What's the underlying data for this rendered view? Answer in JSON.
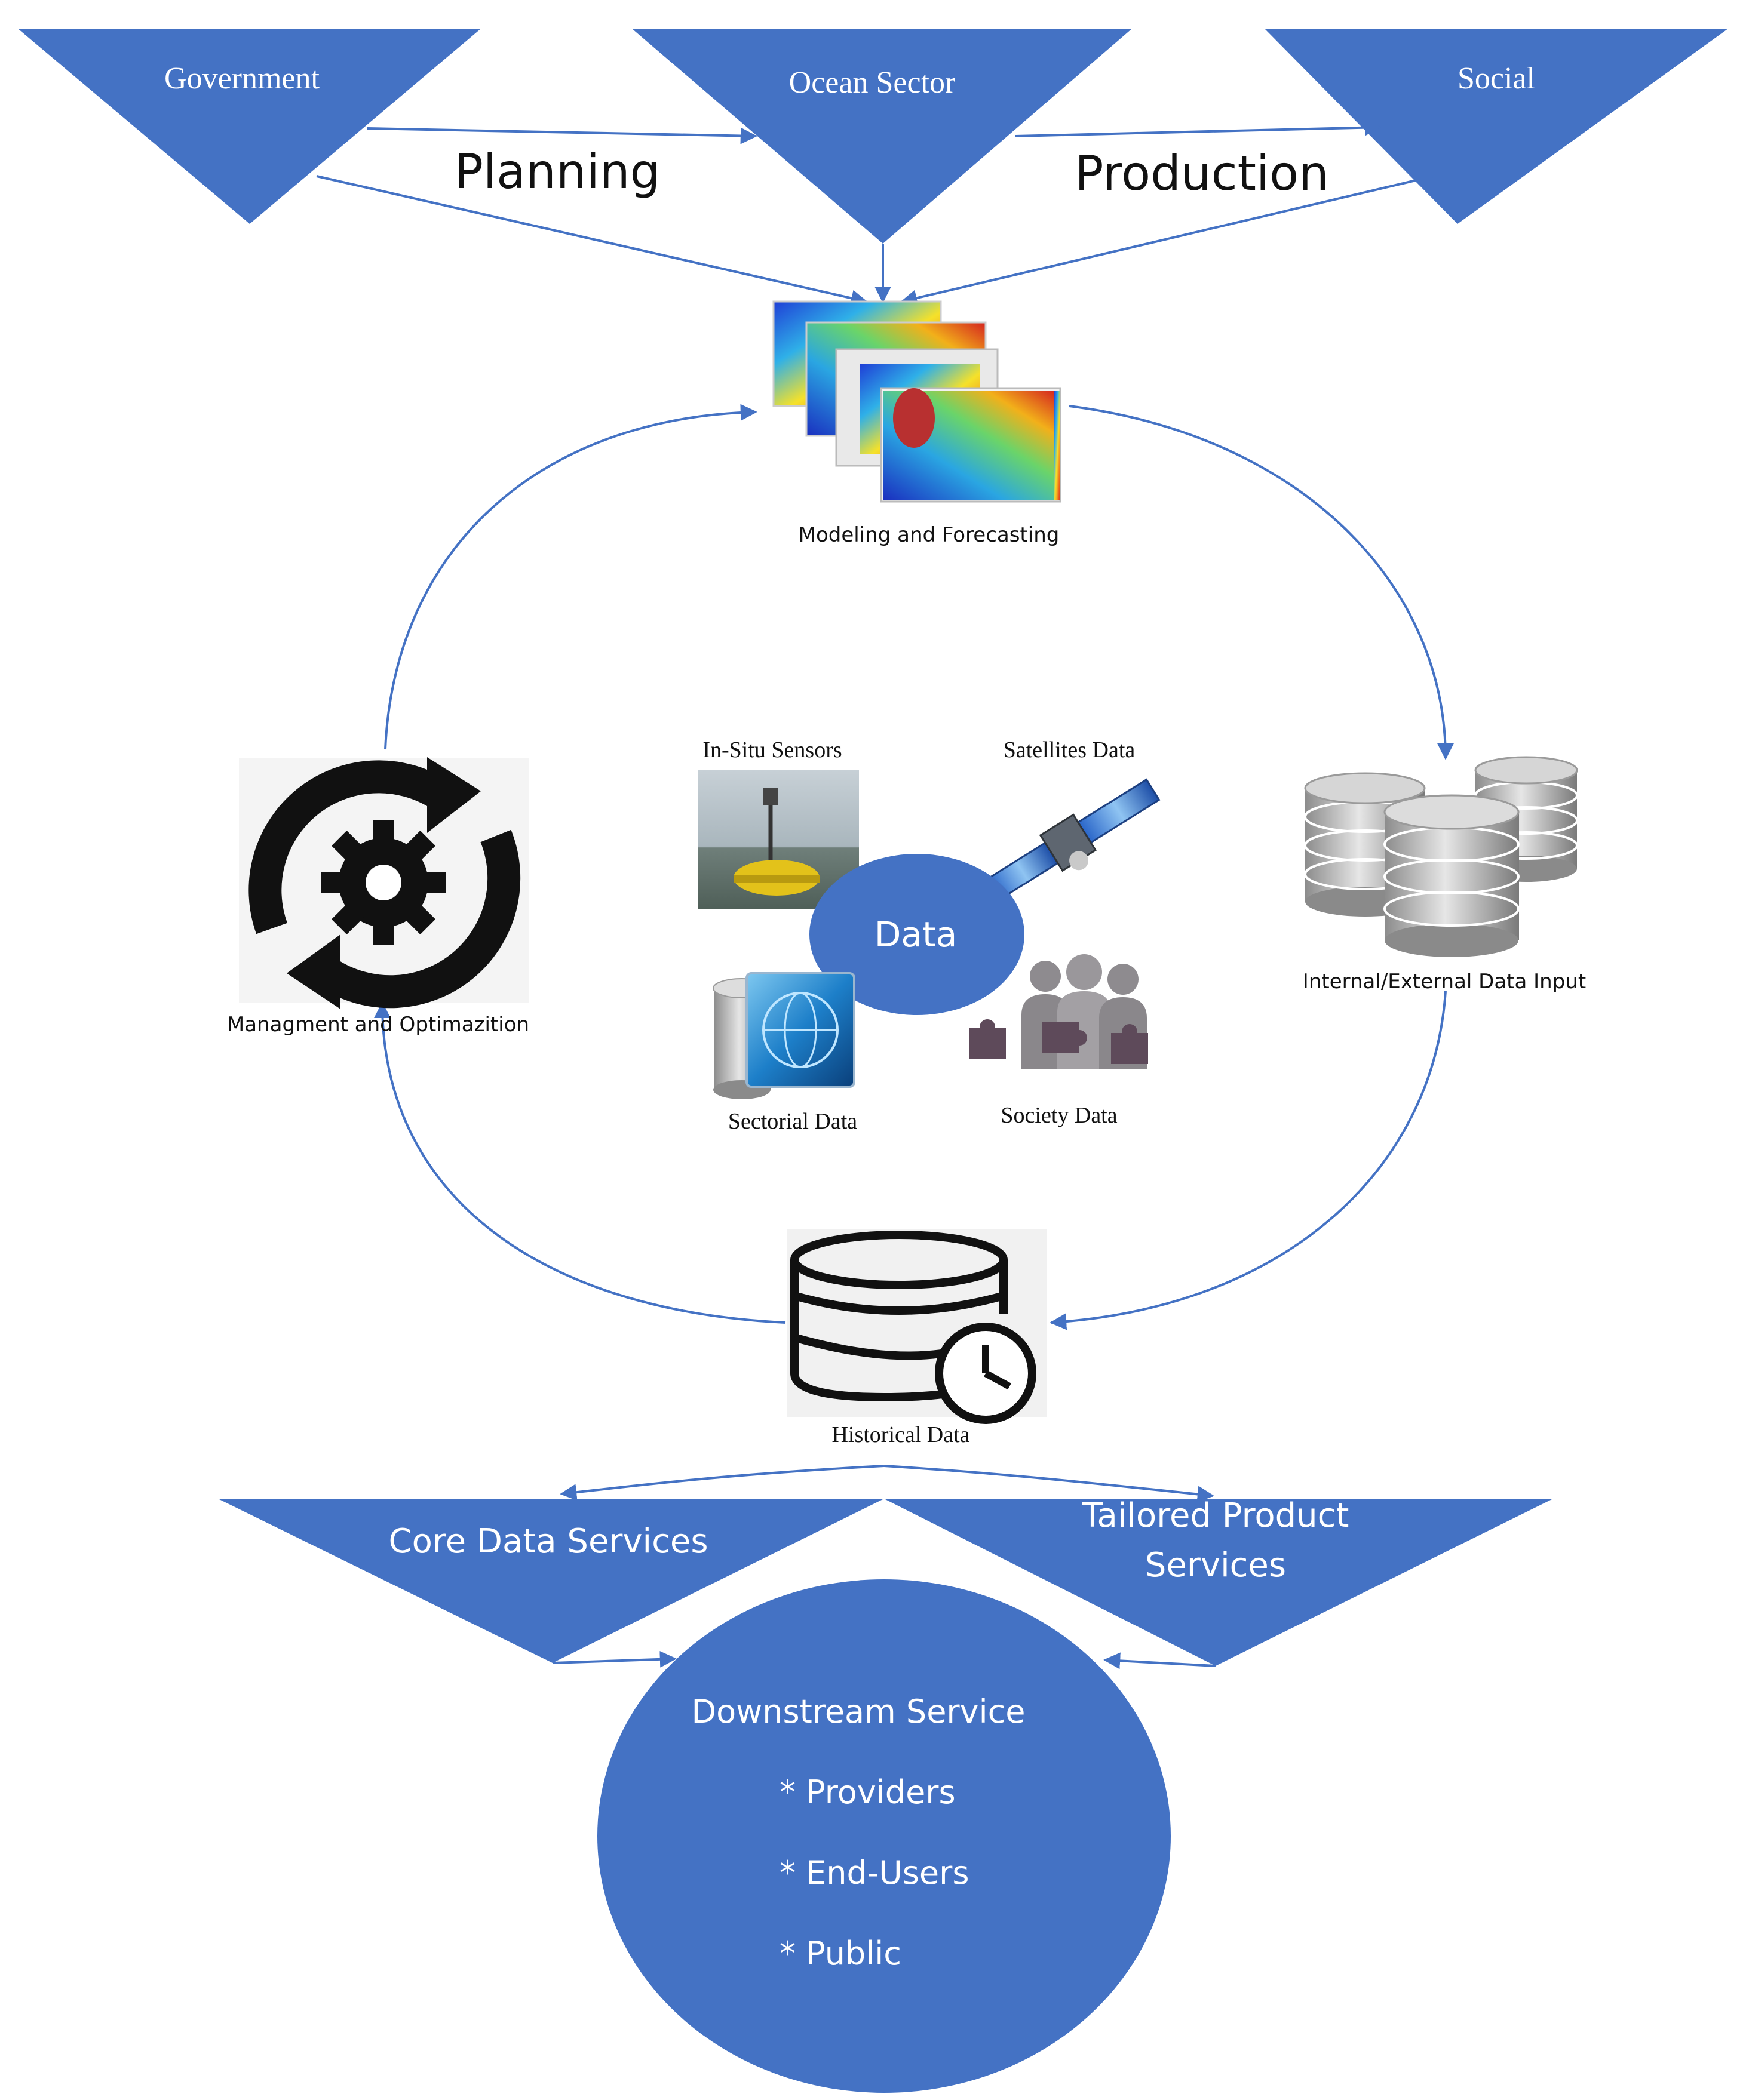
{
  "colors": {
    "shape_fill": "#4472c4",
    "arrow": "#4472c4",
    "shape_text": "#ffffff",
    "label_text": "#111111"
  },
  "stakeholders": {
    "government": "Government",
    "ocean_sector": "Ocean Sector",
    "social": "Social"
  },
  "flows": {
    "planning": "Planning",
    "production": "Production"
  },
  "cycle": {
    "modeling": "Modeling and Forecasting",
    "internal_external": "Internal/External Data Input",
    "historical": "Historical Data",
    "management": "Managment and Optimazition"
  },
  "data_hub": {
    "center": "Data",
    "in_situ": "In-Situ Sensors",
    "satellites": "Satellites Data",
    "sectorial": "Sectorial Data",
    "society": "Society Data"
  },
  "services": {
    "core": "Core Data Services",
    "tailored_line1": "Tailored Product",
    "tailored_line2": "Services"
  },
  "downstream": {
    "title": "Downstream Service",
    "items": [
      "* Providers",
      "* End-Users",
      "* Public"
    ]
  },
  "icons": [
    "forecast-maps-icon",
    "database-stack-icon",
    "database-clock-icon",
    "gear-cycle-icon",
    "buoy-photo-icon",
    "satellite-icon",
    "database-globe-icon",
    "people-puzzle-icon"
  ]
}
